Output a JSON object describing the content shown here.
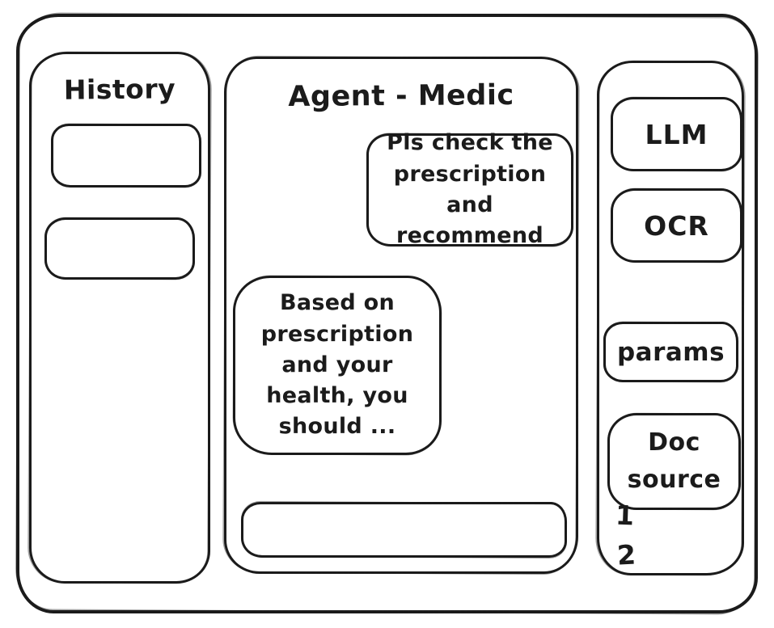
{
  "colors": {
    "ink": "#1b1b1b",
    "background": "#ffffff"
  },
  "history_panel": {
    "title": "History",
    "items": [
      "",
      ""
    ]
  },
  "chat_panel": {
    "title": "Agent - Medic",
    "messages": [
      {
        "role": "user",
        "text": "Pls check the prescription and recommend"
      },
      {
        "role": "agent",
        "text": "Based on prescription and your health, you should ..."
      }
    ],
    "input_value": ""
  },
  "tools_panel": {
    "buttons": [
      "LLM",
      "OCR",
      "params",
      "Doc source"
    ],
    "doc_source_items": [
      "1",
      "2"
    ]
  }
}
